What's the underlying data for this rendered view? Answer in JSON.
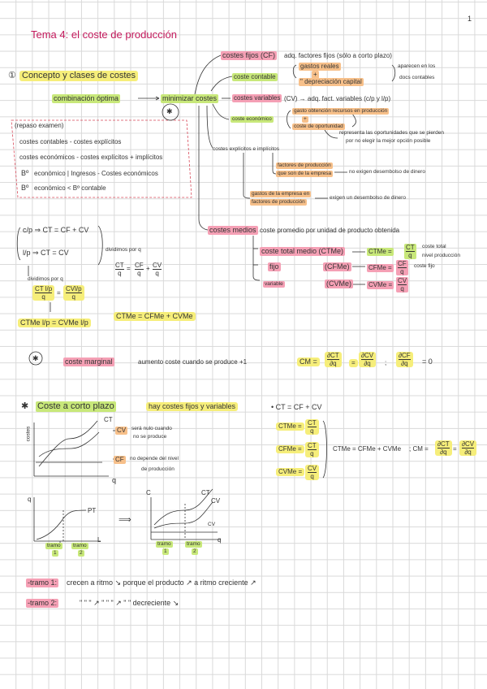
{
  "page": {
    "number": "1"
  },
  "title": "Tema 4: el coste de producción",
  "concepto": {
    "bullet": "①",
    "label": "Concepto y clases de costes"
  },
  "combinacion": {
    "label": "combinación óptima",
    "minimizar": "minimizar costes",
    "star": "✱"
  },
  "box": {
    "heading": "(repaso examen)",
    "l1": "costes contables - costes explícitos",
    "l2": "costes económicos - costes explícitos + implícitos",
    "l3a": "Bº",
    "l3b": "económico | Ingresos - Costes económicos",
    "l4a": "Bº",
    "l4b": "económico < Bº contable"
  },
  "costes_fijos": {
    "label": "costes fijos (CF)",
    "desc": "adq. factores fijos (sólo a corto plazo)"
  },
  "coste_contable": {
    "label": "coste contable",
    "g1": "gastos reales",
    "plus": "+",
    "g2": "\" depreciación capital",
    "brace_note1": "aparecen en los",
    "brace_note2": "docs contables"
  },
  "costes_variables": {
    "label": "costes variables",
    "desc": "(CV) → adq. fact. variables (c/p y l/p)"
  },
  "coste_economico": {
    "label": "coste económico",
    "e1": "gasto obtención recursos en producción",
    "plus": "+",
    "e2": "coste de oportunidad",
    "note1": "representa las oportunidades que se pierden",
    "note2": "por no elegir la mejor opción posible"
  },
  "costes_explicitos": {
    "label": "costes explícitos e implícitos",
    "f1": "factores de producción",
    "f2": "que son de la empresa",
    "f_note": "no exigen desembolso de dinero",
    "g1": "gastos de la empresa en",
    "g2": "factores de producción",
    "g_note": "exigen un desembolso de dinero"
  },
  "costes_medios": {
    "label": "costes medios",
    "desc": "coste promedio por unidad de producto obtenida",
    "cmt": "coste total medio (CTMe)",
    "cmt_f": "CTMe =",
    "cmt_num": "CT",
    "cmt_den": "q",
    "cmt_note1": "coste total",
    "cmt_note2": "nivel producción",
    "fijo_a": "fijo",
    "fijo_b": "(CFMe)",
    "fijo_f": "CFMe =",
    "fijo_num": "CF",
    "fijo_den": "q",
    "fijo_note": "coste fijo",
    "var_a": "variable",
    "var_b": "(CVMe)",
    "var_f": "CVMe =",
    "var_num": "CV",
    "var_den": "q"
  },
  "cp_lp": {
    "cp": "c/p ⇒ CT = CF + CV",
    "lp": "l/p ⇒ CT = CV",
    "div_note": "dividimos por q",
    "eq_ct": "CT",
    "eq_q": "q",
    "eq_cf": "CF",
    "eq_cv": "CV",
    "div_note2": "dividimos por q",
    "lp_num1": "CT l/p",
    "lp_den1": "q",
    "lp_num2": "CVl/p",
    "lp_den2": "q",
    "result_lp": "CTMe l/p = CVMe l/p",
    "result_cp": "CTMe = CFMe + CVMe"
  },
  "marginal": {
    "star": "✱",
    "label": "coste marginal",
    "desc": "aumento coste cuando se produce +1",
    "cm": "CM =",
    "d1n": "∂CT",
    "d1d": "∂q",
    "eq": "=",
    "d2n": "∂CV",
    "d2d": "∂q",
    "sep": ";",
    "d3n": "∂CF",
    "d3d": "∂q",
    "zero": "= 0"
  },
  "corto_plazo": {
    "bullet": "✱",
    "label": "Coste a corto plazo",
    "desc": "hay costes fijos y variables",
    "formula": "• CT = CF + CV",
    "g1_ct": "CT",
    "g1_cv": "CV",
    "g1_cv_note1": "será nulo cuando",
    "g1_cv_note2": "no se produce",
    "g1_cf": "CF",
    "g1_cf_note1": "no depende del nivel",
    "g1_cf_note2": "de producción",
    "g1_yaxis": "costes",
    "g1_xaxis": "q",
    "ctme_n": "CT",
    "cfme_n": "CT",
    "cvme_n": "CV",
    "den": "q",
    "ctme": "CTMe =",
    "cfme": "CFMe =",
    "cvme": "CVMe =",
    "sum": "CTMe = CFMe + CVMe",
    "cm": "; CM =",
    "cm_n1": "∂CT",
    "cm_d1": "∂q",
    "cm_eq": "=",
    "cm_n2": "∂CV",
    "cm_d2": "∂q",
    "g2_pt": "PT",
    "g2_q": "q",
    "g2_t1a": "tramo",
    "g2_t1b": "1",
    "g2_t2a": "tramo",
    "g2_t2b": "2",
    "g2_l": "L",
    "arrow": "⟹",
    "g3_c": "C",
    "g3_ct": "CT",
    "g3_cv": "CV",
    "g3_cv2": "CV",
    "g3_t1a": "tramo",
    "g3_t1b": "1",
    "g3_t2a": "tramo",
    "g3_t2b": "2",
    "g3_q": "q"
  },
  "tramos": {
    "t1_label": "-tramo 1:",
    "t1_text": "crecen a ritmo ↘ porque el producto ↗ a ritmo creciente ↗",
    "t2_label": "-tramo 2:",
    "t2_text": "\"    \"    \"    ↗    \"    \"    \"    ↗ \" \" decreciente ↘"
  }
}
